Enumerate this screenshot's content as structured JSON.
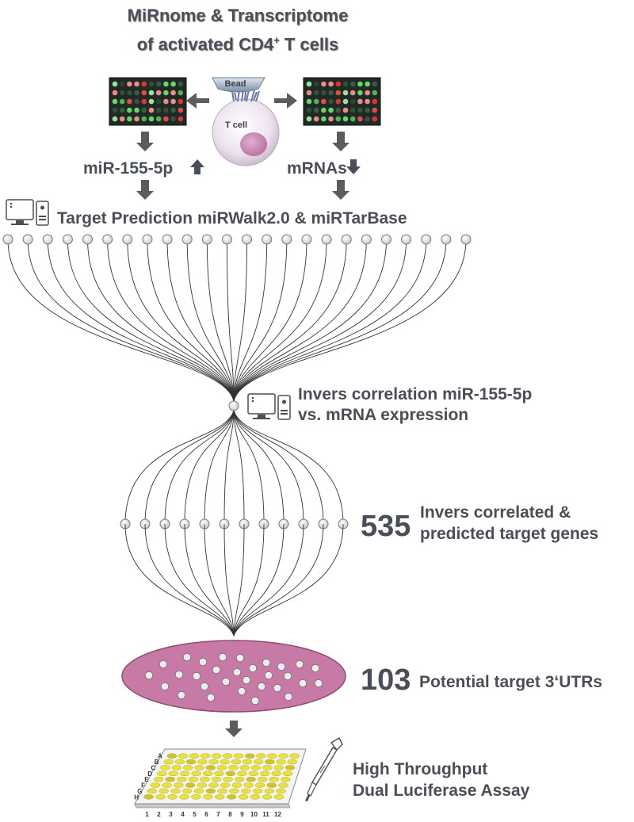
{
  "title": {
    "line1": "MiRnome & Transcriptome",
    "line2_pre": "of activated CD4",
    "line2_sup": "+",
    "line2_post": " T cells"
  },
  "cell": {
    "bead_label": "Bead",
    "cell_label": "T cell"
  },
  "left_branch": {
    "label": "miR-155-5p",
    "arrow": "arrow-up-icon"
  },
  "right_branch": {
    "label": "mRNAs",
    "arrow": "arrow-down-icon"
  },
  "step_prediction": {
    "label": "Target Prediction miRWalk2.0 & miRTarBase",
    "icon": "computer-icon"
  },
  "step_correlation": {
    "line1": "Invers correlation miR-155-5p",
    "line2": "vs. mRNA expression",
    "icon": "computer-icon"
  },
  "step_genes": {
    "count": "535",
    "line1": "Invers correlated &",
    "line2": "predicted target genes"
  },
  "step_utrs": {
    "count": "103",
    "label": "Potential target 3‘UTRs"
  },
  "step_assay": {
    "line1": "High Throughput",
    "line2": "Dual Luciferase Assay",
    "icon": "pipette-icon"
  },
  "plate": {
    "rows": [
      "A",
      "B",
      "C",
      "D",
      "E",
      "F",
      "G",
      "H"
    ],
    "cols": [
      "1",
      "2",
      "3",
      "4",
      "5",
      "6",
      "7",
      "8",
      "9",
      "10",
      "11",
      "12"
    ]
  },
  "colors": {
    "text": "#4a4f57",
    "arrow": "#5a5d60",
    "ellipse": "#c77aa5",
    "node": "#e4e4e4",
    "well": "#e8e23a",
    "microarray_bg": "#1f2a24"
  }
}
